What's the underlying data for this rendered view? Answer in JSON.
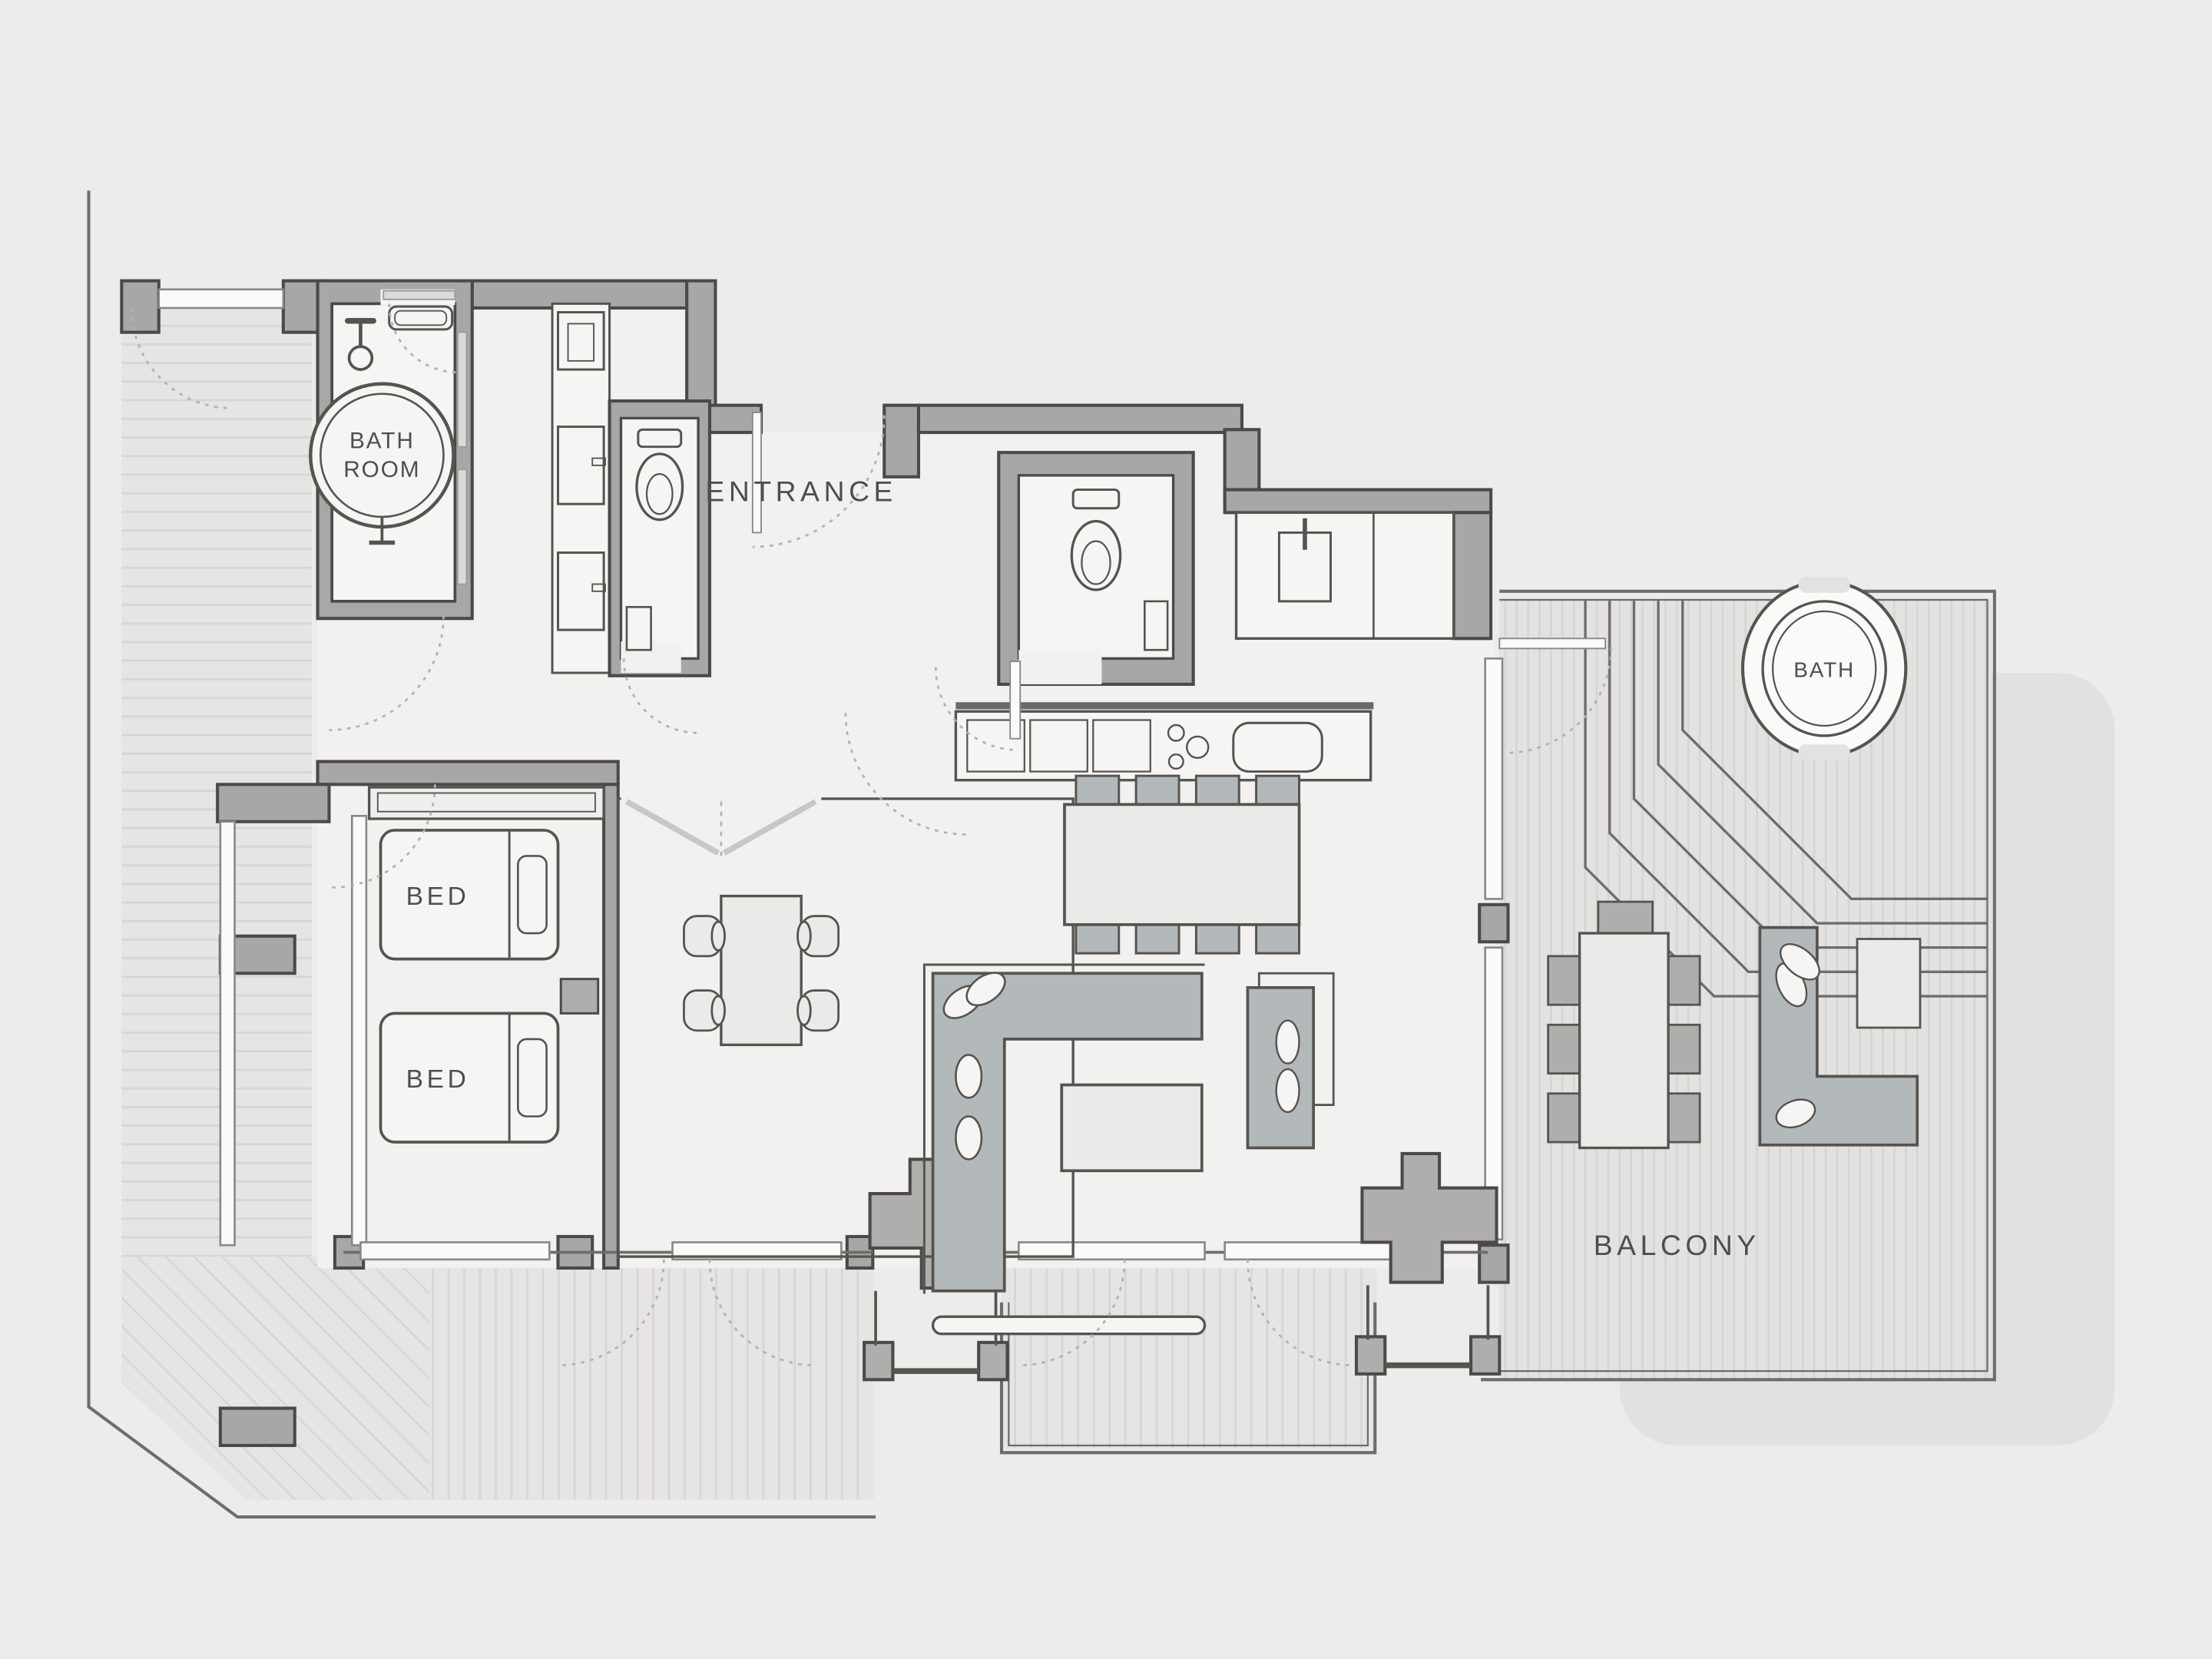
{
  "document": {
    "type": "architectural-floor-plan",
    "view": "top-down 2D apartment plan"
  },
  "labels": {
    "bathroom_line1": "BATH",
    "bathroom_line2": "ROOM",
    "entrance": "ENTRANCE",
    "bed_1": "BED",
    "bed_2": "BED",
    "outdoor_bath": "BATH",
    "balcony": "BALCONY"
  },
  "rooms": [
    {
      "name": "bathroom",
      "label": "BATH ROOM",
      "fixtures": [
        "circular-bathtub",
        "overhead-shower",
        "small-tub"
      ]
    },
    {
      "name": "entrance",
      "label": "ENTRANCE",
      "fixtures": [
        "entry-door-swing"
      ]
    },
    {
      "name": "toilet-1",
      "label": "",
      "fixtures": [
        "toilet",
        "cabinet"
      ]
    },
    {
      "name": "laundry-column",
      "label": "",
      "fixtures": [
        "washer",
        "cabinet",
        "cabinet"
      ]
    },
    {
      "name": "bedroom",
      "label": "BED / BED",
      "fixtures": [
        "bed",
        "bed",
        "nightstand",
        "desk"
      ]
    },
    {
      "name": "tatami-room",
      "label": "",
      "fixtures": [
        "table",
        "four-chairs",
        "bifold-door"
      ]
    },
    {
      "name": "toilet-2",
      "label": "",
      "fixtures": [
        "toilet",
        "cabinet"
      ]
    },
    {
      "name": "kitchen",
      "label": "",
      "fixtures": [
        "island-counter",
        "three-burner-stove",
        "sink",
        "wall-counter-with-sink"
      ]
    },
    {
      "name": "living-dining",
      "label": "",
      "fixtures": [
        "dining-table-8-chairs",
        "l-sofa",
        "coffee-table",
        "rug",
        "armchair"
      ]
    },
    {
      "name": "balcony-right",
      "label": "BALCONY",
      "fixtures": [
        "outdoor-bath",
        "outdoor-dining-table",
        "chaise-lounge",
        "side-table",
        "stepped-deck-lines"
      ]
    },
    {
      "name": "balcony-left",
      "label": "",
      "fixtures": [
        "deck-hatching",
        "railing"
      ]
    },
    {
      "name": "balcony-bottom",
      "label": "",
      "fixtures": [
        "deck-hatching",
        "railing",
        "pillars"
      ]
    }
  ],
  "colors": {
    "background": "#edecea",
    "interior_floor": "#f2f1ef",
    "wall_fill": "#a9a7a5",
    "wall_stroke": "#4b4a48",
    "furniture_light": "#eceae8",
    "furniture_dark": "#b3b9bb",
    "pillar_fill": "#b0aeac",
    "balcony_fill": "#e6e5e3",
    "balcony_stripe": "#d7d6d4",
    "shadow": "#e2e1df",
    "door_arc": "#b5b3b1",
    "text": "#4f4e4c"
  }
}
